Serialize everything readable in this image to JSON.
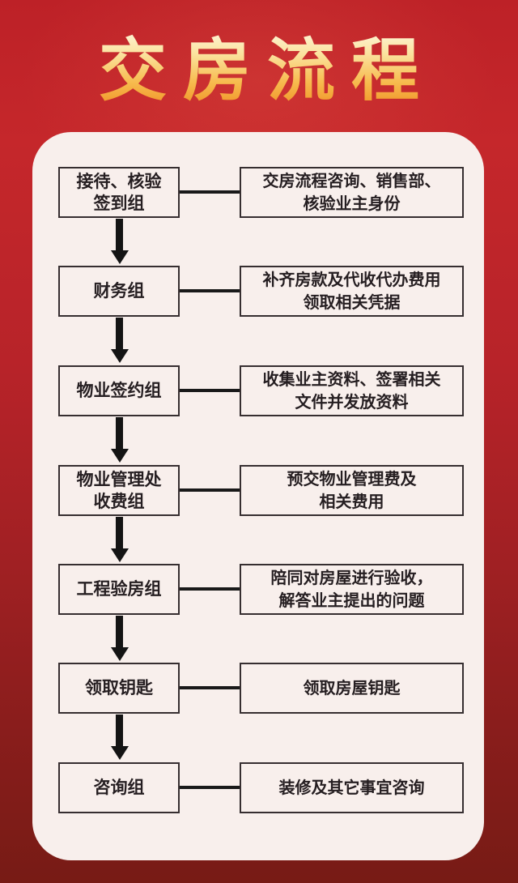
{
  "title": "交房流程",
  "colors": {
    "background_top": "#c5272b",
    "background_bottom": "#771b15",
    "panel": "#f8efec",
    "box_border": "#362e30",
    "box_text": "#251e21",
    "connector": "#191919",
    "arrow": "#141414",
    "title_gradient_top": "#fefae8",
    "title_gradient_bottom": "#ef8f24"
  },
  "steps": [
    {
      "label": "接待、核验\n签到组",
      "detail": "交房流程咨询、销售部、\n核验业主身份"
    },
    {
      "label": "财务组",
      "detail": "补齐房款及代收代办费用\n领取相关凭据"
    },
    {
      "label": "物业签约组",
      "detail": "收集业主资料、签署相关\n文件并发放资料"
    },
    {
      "label": "物业管理处\n收费组",
      "detail": "预交物业管理费及\n相关费用"
    },
    {
      "label": "工程验房组",
      "detail": "陪同对房屋进行验收，\n解答业主提出的问题"
    },
    {
      "label": "领取钥匙",
      "detail": "领取房屋钥匙"
    },
    {
      "label": "咨询组",
      "detail": "装修及其它事宜咨询"
    }
  ]
}
